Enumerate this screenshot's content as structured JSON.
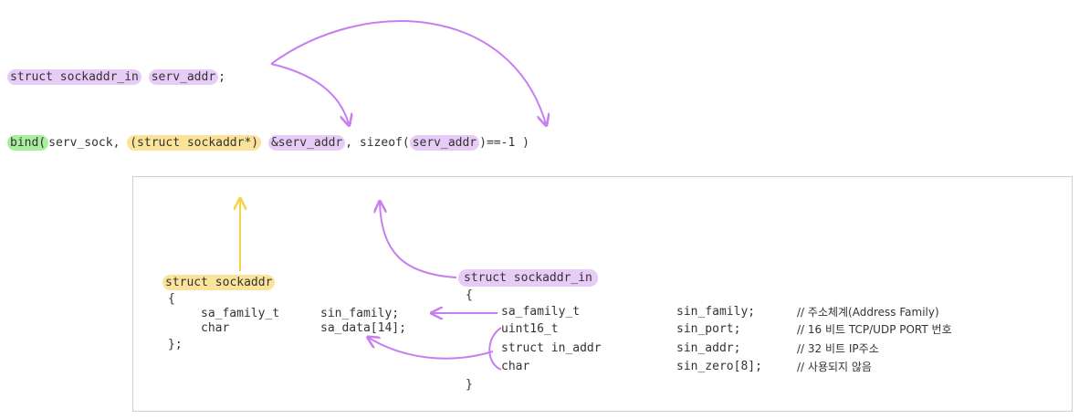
{
  "top": {
    "decl_struct": "struct sockaddr_in",
    "decl_var": "serv_addr",
    "decl_end": ";"
  },
  "bind_line": {
    "func": "bind(",
    "arg1": "serv_sock, ",
    "cast": "(struct sockaddr*)",
    "gap": " ",
    "addr": "&serv_addr",
    "mid": ", sizeof(",
    "size_arg": "serv_addr",
    "tail": ")==-1 )"
  },
  "sockaddr": {
    "name": "struct sockaddr",
    "open": "{",
    "fields": [
      {
        "type": "sa_family_t",
        "name": "sin_family;"
      },
      {
        "type": "char",
        "name": "sa_data[14];"
      }
    ],
    "close": "};"
  },
  "sockaddr_in": {
    "name": "struct sockaddr_in",
    "open": "{",
    "fields": [
      {
        "type": "sa_family_t",
        "name": "sin_family;",
        "comment": "// 주소체계(Address Family)"
      },
      {
        "type": "uint16_t",
        "name": "sin_port;",
        "comment": "// 16 비트 TCP/UDP PORT 번호"
      },
      {
        "type": "struct in_addr",
        "name": "sin_addr;",
        "comment": "// 32 비트 IP주소"
      },
      {
        "type": "char",
        "name": "sin_zero[8];",
        "comment": "// 사용되지 않음"
      }
    ],
    "close": "}"
  },
  "colors": {
    "purple": "#c77ff0",
    "yellow": "#f5d347",
    "green": "#a9ee9f"
  }
}
